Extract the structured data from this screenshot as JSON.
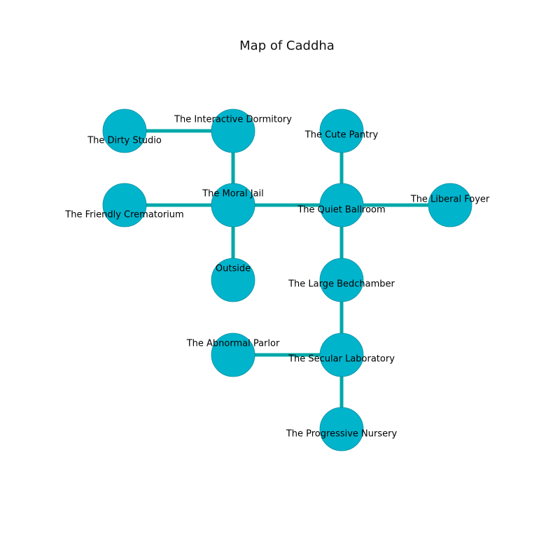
{
  "title": "Map of Caddha",
  "colors": {
    "node_fill": "#00b4cc",
    "node_stroke": "#0a8fa0",
    "edge": "#00a8a8",
    "background": "#ffffff"
  },
  "rooms": [
    {
      "id": "dirty_studio",
      "name": "The Dirty Studio"
    },
    {
      "id": "interactive_dormitory",
      "name": "The Interactive Dormitory"
    },
    {
      "id": "cute_pantry",
      "name": "The Cute Pantry"
    },
    {
      "id": "friendly_crematorium",
      "name": "The Friendly Crematorium"
    },
    {
      "id": "moral_jail",
      "name": "The Moral Jail"
    },
    {
      "id": "quiet_ballroom",
      "name": "The Quiet Ballroom"
    },
    {
      "id": "liberal_foyer",
      "name": "The Liberal Foyer"
    },
    {
      "id": "outside",
      "name": "Outside"
    },
    {
      "id": "large_bedchamber",
      "name": "The Large Bedchamber"
    },
    {
      "id": "abnormal_parlor",
      "name": "The Abnormal Parlor"
    },
    {
      "id": "secular_laboratory",
      "name": "The Secular Laboratory"
    },
    {
      "id": "progressive_nursery",
      "name": "The Progressive Nursery"
    }
  ],
  "connections": [
    [
      "dirty_studio",
      "interactive_dormitory"
    ],
    [
      "interactive_dormitory",
      "moral_jail"
    ],
    [
      "friendly_crematorium",
      "moral_jail"
    ],
    [
      "moral_jail",
      "quiet_ballroom"
    ],
    [
      "moral_jail",
      "outside"
    ],
    [
      "cute_pantry",
      "quiet_ballroom"
    ],
    [
      "quiet_ballroom",
      "liberal_foyer"
    ],
    [
      "quiet_ballroom",
      "large_bedchamber"
    ],
    [
      "large_bedchamber",
      "secular_laboratory"
    ],
    [
      "abnormal_parlor",
      "secular_laboratory"
    ],
    [
      "secular_laboratory",
      "progressive_nursery"
    ]
  ]
}
